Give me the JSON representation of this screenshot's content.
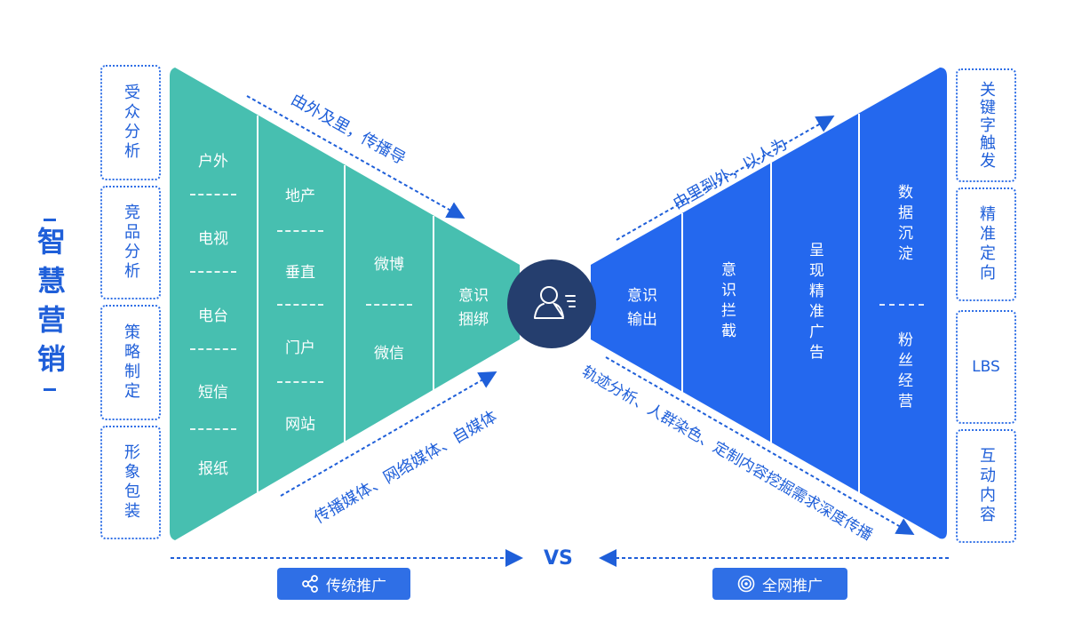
{
  "title": "智慧营销",
  "left_boxes": [
    "受众分析",
    "竞品分析",
    "策略制定",
    "形象包装"
  ],
  "right_boxes": [
    "关键字触发",
    "精准定向",
    "LBS",
    "互动内容"
  ],
  "left_funnel": {
    "col1": [
      "户外",
      "电视",
      "电台",
      "短信",
      "报纸"
    ],
    "col2": [
      "地产",
      "垂直",
      "门户",
      "网站"
    ],
    "col3": [
      "微博",
      "微信"
    ],
    "col4": [
      "意识",
      "捆绑"
    ]
  },
  "right_funnel": {
    "col1": [
      "意识",
      "输出"
    ],
    "col2": "意识拦截",
    "col3": "呈现精准广告",
    "col4_top": "数据沉淀",
    "col4_bottom": "粉丝经营"
  },
  "arrows": {
    "top_left": "由外及里，传播导",
    "bottom_left": "传播媒体、网络媒体、自媒体",
    "top_right": "由里到外，以人为",
    "bottom_right": "轨迹分析、人群染色、定制内容挖掘需求深度传播"
  },
  "vs": "VS",
  "buttons": {
    "traditional": "传统推广",
    "fullnet": "全网推广"
  },
  "colors": {
    "teal": "#47bfb0",
    "blue": "#2468ee",
    "center": "#253e6e",
    "accent": "#1f5fd9"
  },
  "icons": [
    "user-icon",
    "share-icon",
    "target-icon"
  ]
}
